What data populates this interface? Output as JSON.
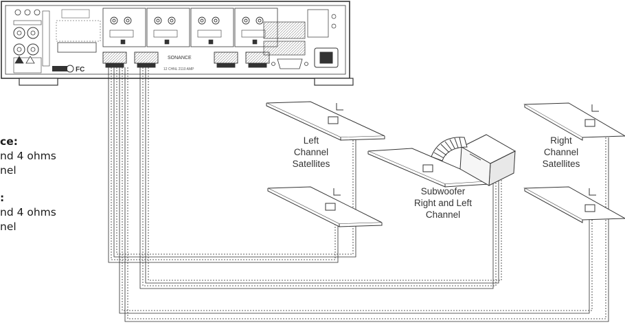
{
  "specs": [
    {
      "head": "ce:",
      "lines": [
        "nd 4 ohms",
        "nel"
      ]
    },
    {
      "head": ":",
      "lines": [
        "nd 4 ohms",
        "nel"
      ]
    }
  ],
  "amplifier": {
    "brand": "SONANCE",
    "model_line": "12 CHNL 2110 AMP",
    "fc_mark": "FC"
  },
  "labels": {
    "left_satellites": [
      "Left",
      "Channel",
      "Satellites"
    ],
    "subwoofer": [
      "Subwoofer",
      "Right and Left",
      "Channel"
    ],
    "right_satellites": [
      "Right",
      "Channel",
      "Satellites"
    ]
  }
}
